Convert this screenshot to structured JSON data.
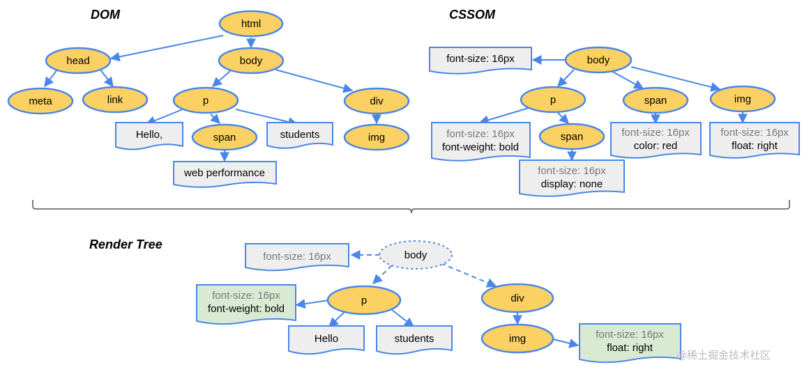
{
  "sections": {
    "dom": "DOM",
    "cssom": "CSSOM",
    "render_tree": "Render Tree"
  },
  "dom": {
    "html": "html",
    "head": "head",
    "body": "body",
    "meta": "meta",
    "link": "link",
    "p": "p",
    "div": "div",
    "hello": "Hello,",
    "span": "span",
    "students": "students",
    "img": "img",
    "web_performance": "web performance"
  },
  "cssom": {
    "body": "body",
    "body_style": "font-size: 16px",
    "p": "p",
    "span": "span",
    "img": "img",
    "p_style": [
      "font-size: 16px",
      "font-weight: bold"
    ],
    "p_span": "span",
    "span_style": [
      "font-size: 16px",
      "color: red"
    ],
    "img_style": [
      "font-size: 16px",
      "float: right"
    ],
    "p_span_style": [
      "font-size: 16px",
      "display: none"
    ]
  },
  "render_tree": {
    "body": "body",
    "body_style": "font-size: 16px",
    "p": "p",
    "p_style": [
      "font-size: 16px",
      "font-weight: bold"
    ],
    "div": "div",
    "hello": "Hello",
    "students": "students",
    "img": "img",
    "img_style": [
      "font-size: 16px",
      "float: right"
    ]
  },
  "colors": {
    "node_fill": "#fbd163",
    "edge": "#4a86e8",
    "box_fill": "#eeeeee",
    "render_box_fill": "#d9ead3"
  },
  "watermark": "@稀土掘金技术社区"
}
